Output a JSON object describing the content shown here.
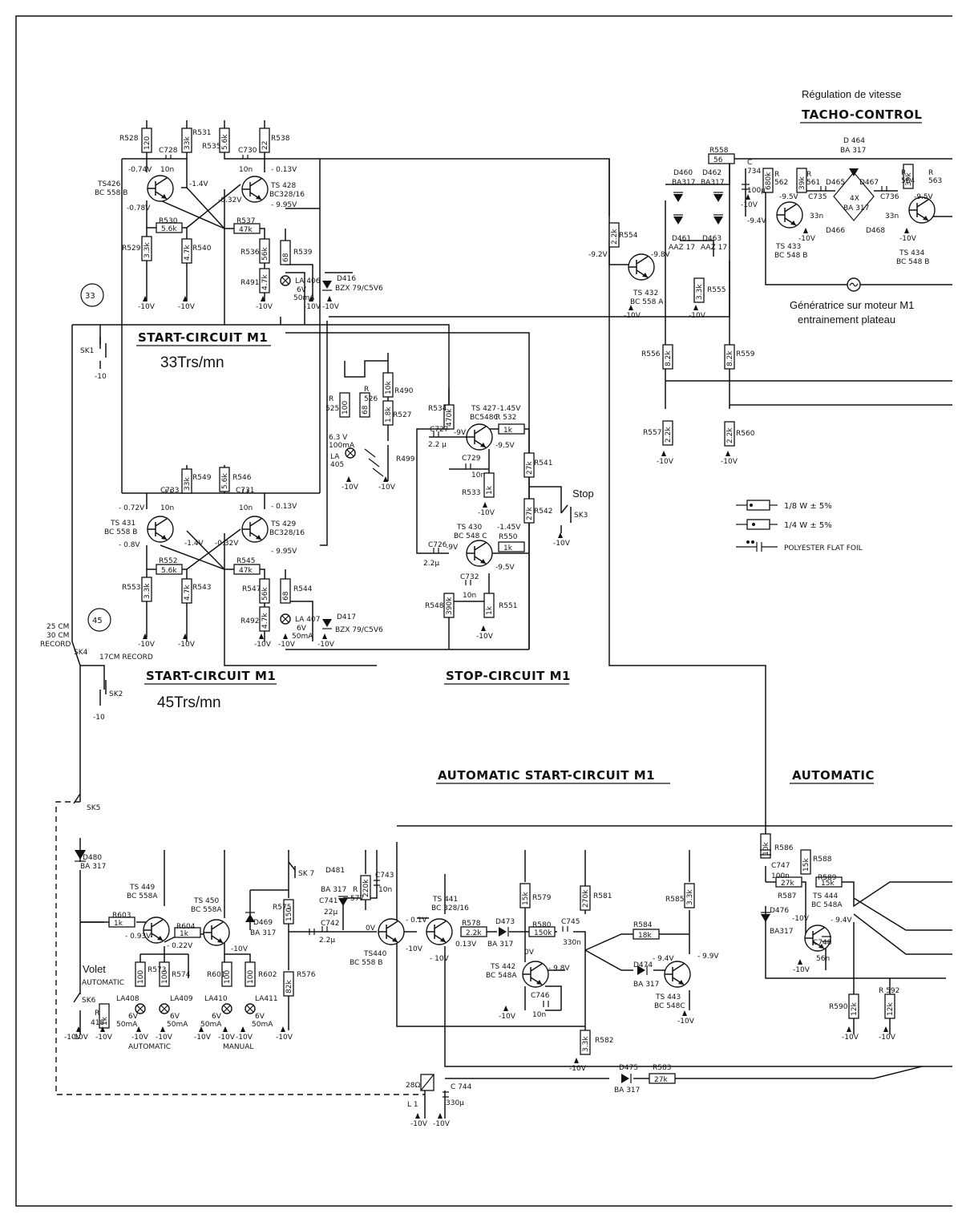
{
  "titles": {
    "regulation": "Régulation de vitesse",
    "tacho": "TACHO-CONTROL",
    "start33": "START-CIRCUIT M1",
    "start45": "START-CIRCUIT M1",
    "stop": "STOP-CIRCUIT M1",
    "auto_start": "AUTOMATIC START-CIRCUIT M1",
    "automatic": "AUTOMATIC"
  },
  "notes": {
    "rpm33": "33Trs/mn",
    "rpm45": "45Trs/mn",
    "stop": "Stop",
    "generatrice_1": "Génératrice sur moteur M1",
    "generatrice_2": "entrainement plateau",
    "volet_1": "Volet",
    "volet_2": "AUTOMATIC"
  },
  "circles": {
    "c33": "33",
    "c45": "45"
  },
  "legend": [
    {
      "text": "1/8 W ± 5%"
    },
    {
      "text": "1/4 W ± 5%"
    },
    {
      "text": "POLYESTER FLAT FOIL"
    }
  ],
  "switch_labels": {
    "sk1": "SK1",
    "sk2": "SK2",
    "sk3": "SK3",
    "sk4": "SK4",
    "sk5": "SK5",
    "sk6": "SK6",
    "sk7": "SK 7",
    "record_1": "25 CM",
    "record_2": "30 CM",
    "record_3": "RECORD",
    "record_17": "17CM RECORD",
    "m10a": "-10",
    "m10b": "-10",
    "m10c": "-10V"
  },
  "transistors": {
    "ts426": [
      "TS426",
      "BC 558 B"
    ],
    "ts428": [
      "TS 428",
      "BC328/16"
    ],
    "ts431": [
      "TS 431",
      "BC 558 B"
    ],
    "ts429": [
      "TS 429",
      "BC328/16"
    ],
    "ts427": [
      "TS 427",
      "BC548C"
    ],
    "ts430": [
      "TS 430",
      "BC 548 C"
    ],
    "ts432": [
      "TS 432",
      "BC 558 A"
    ],
    "ts433": [
      "TS 433",
      "BC 548 B"
    ],
    "ts434": [
      "TS 434",
      "BC 548 B"
    ],
    "ts449": [
      "TS 449",
      "BC 558A"
    ],
    "ts450": [
      "TS 450",
      "BC 558A"
    ],
    "ts440": [
      "TS440",
      "BC 558 B"
    ],
    "ts441": [
      "TS 441",
      "BC 328/16"
    ],
    "ts442": [
      "TS 442",
      "BC 548A"
    ],
    "ts443": [
      "TS 443",
      "BC 548C"
    ],
    "ts444": [
      "TS 444",
      "BC 548A"
    ]
  },
  "labels": {
    "r528": "R528",
    "r531": "R531",
    "r535": "R535",
    "r538": "R538",
    "c728": "C728",
    "c730": "C730",
    "n10a": "10n",
    "n10b": "10n",
    "v074": "-0.74V",
    "v14a": "-1.4V",
    "v032a": "-0.32V",
    "v013a": "- 0.13V",
    "v078": "-0.78V",
    "v995a": "- 9.95V",
    "r530": "R530",
    "r537": "R537",
    "r529": "R529",
    "r540": "R540",
    "r536": "R536",
    "r539": "R539",
    "r491": "R491",
    "la406": "LA 406",
    "la406v": "6V",
    "la406ma": "50mA",
    "d416": "D416",
    "d416t": "BZX 79/C5V6",
    "r549": "R549",
    "r546": "R546",
    "c733": "C733",
    "c731": "C731",
    "n10c": "10n",
    "n10d": "10n",
    "v072": "- 0.72V",
    "v08": "- 0.8V",
    "v14b": "-1.4V",
    "v032b": "-0.32V",
    "v013b": "- 0.13V",
    "v995b": "- 9.95V",
    "r552": "R552",
    "r545": "R545",
    "r553": "R553",
    "r543": "R543",
    "r547": "R547",
    "r544": "R544",
    "r492": "R492",
    "la407": "LA 407",
    "la407v": "6V",
    "la407ma": "50mA",
    "d417": "D417",
    "d417t": "BZX 79/C5V6",
    "r525": "R",
    "r525b": "525",
    "r526": "R",
    "r526b": "526",
    "r490": "R490",
    "r527": "R527",
    "r499": "R499",
    "la405v": "6.3 V",
    "la405ma": "100mA",
    "la405": "LA",
    "la405b": "405",
    "r534": "R534",
    "c727": "C727",
    "c727v": "2.2 µ",
    "v9a": "-9V",
    "v145a": "-1.45V",
    "r532": "R 532",
    "v95a": "-9.5V",
    "c729": "C729",
    "n10e": "10n",
    "r533": "R533",
    "r541": "R541",
    "r542": "R542",
    "c726": "C726",
    "c726v": "2.2µ",
    "v9b": "-9V",
    "v145b": "-1.45V",
    "r550": "R550",
    "v95b": "-9.5V",
    "c732": "C732",
    "n10f": "10n",
    "r548": "R548",
    "r551": "R551",
    "r558": "R558",
    "d460": "D460",
    "d460t": "BA317",
    "d462": "D462",
    "d462t": "BA317",
    "d461": "D461",
    "d461t": "AAZ 17",
    "d463": "D463",
    "d463t": "AAZ 17",
    "c734": "C",
    "c734b": "734",
    "c734v": "100µ",
    "r562": "R",
    "r562b": "562",
    "r561": "R",
    "r561b": "561",
    "d464": "D 464",
    "d464t": "BA 317",
    "d465": "D465",
    "d467": "D467",
    "d466": "D466",
    "d468": "D468",
    "bridge": "4X",
    "bridget": "BA 317",
    "c735": "C735",
    "n33a": "33n",
    "c736": "C736",
    "n33b": "33n",
    "r564": "R",
    "r564b": "564",
    "r563": "R",
    "r563b": "563",
    "v95c": "-9.5V",
    "v95d": "-9.5V",
    "v94": "-9.4V",
    "r554": "R554",
    "v92": "-9.2V",
    "v98": "-9.8V",
    "r555": "R555",
    "r556": "R556",
    "r559": "R559",
    "r557": "R557",
    "r560": "R560",
    "r573": "R573",
    "r574": "R574",
    "r601": "R601",
    "r602": "R602",
    "la408": "LA408",
    "la409": "LA409",
    "la410": "LA410",
    "la411": "LA411",
    "lamp6v": "6V",
    "lamp50": "50mA",
    "auto_lbl": "AUTOMATIC",
    "manual_lbl": "MANUAL",
    "r418": "R",
    "r418b": "418",
    "d480": "D480",
    "d480t": "BA 317",
    "r603": "R603",
    "r604": "R604",
    "v093": "- 0.93V",
    "v022": "- 0.22V",
    "v10a": "-10V",
    "d469": "D469",
    "d469t": "BA 317",
    "d481": "D481",
    "d481t": "BA 317",
    "r575": "R575",
    "r576": "R576",
    "c741": "C741",
    "c741v": "22µ",
    "c742": "C742",
    "c742v": "2.2µ",
    "r577": "R",
    "r577b": "577",
    "c743": "C743",
    "c743v": "10n",
    "v0": "0V",
    "v01": "- 0.1V",
    "v10b": "-10V",
    "r578": "R578",
    "d473": "D473",
    "d473t": "BA 317",
    "v013c": "0.13V",
    "v10c": "- 10V",
    "r579": "R579",
    "r580": "R580",
    "c745": "C745",
    "c745v": "330n",
    "r581": "R581",
    "r584": "R584",
    "v0b": "0V",
    "v98b": "- 9.8V",
    "d474": "D474",
    "d474t": "BA 317",
    "v94b": "- 9.4V",
    "v99": "- 9.9V",
    "c746": "C746",
    "c746v": "10n",
    "r582": "R582",
    "r585": "R585",
    "r586": "R586",
    "c747": "C747",
    "c747v": "100n",
    "r587": "R587",
    "r588": "R588",
    "r589": "R589",
    "d476": "D476",
    "d476t": "BA317",
    "v10d": "-10V",
    "v94c": "- 9.4V",
    "c748": "C748",
    "c748v": "56n",
    "r590": "R590",
    "r592": "R 592",
    "d475": "D475",
    "d475t": "BA 317",
    "r583": "R583",
    "l1": "L 1",
    "l1r": "28Ω",
    "c744": "C 744",
    "c744v": "330µ"
  },
  "values": {
    "r528": "120",
    "r531": "33k",
    "r535": "5.6k",
    "r538": "22",
    "r530": "5.6k",
    "r537": "47k",
    "r529": "3.3k",
    "r540": "4.7k",
    "r536": "56k",
    "r539": "68",
    "r491": "4.7k",
    "r549": "33k",
    "r546": "5.6k",
    "r552": "5.6k",
    "r545": "47k",
    "r553": "3.3k",
    "r543": "4.7k",
    "r547": "56k",
    "r544": "68",
    "r492": "4.7k",
    "r525": "100",
    "r526": "68",
    "r490": "10k",
    "r527": "1.8k",
    "r534": "470k",
    "r532": "1k",
    "r533": "1k",
    "r541": "27k",
    "r542": "27k",
    "r550": "1k",
    "r548": "390k",
    "r551": "1k",
    "r558": "56",
    "r562": "680k",
    "r561": "39k",
    "r564": "39k",
    "r554": "2.2k",
    "r555": "3.3k",
    "r556": "8.2k",
    "r559": "8.2k",
    "r557": "2.2k",
    "r560": "2.2k",
    "r573": "100",
    "r574": "100",
    "r601": "100",
    "r602": "100",
    "r418": "1k",
    "r603": "1k",
    "r604": "1k",
    "r575": "150",
    "r576": "82k",
    "r577": "220k",
    "r578": "2.2k",
    "r579": "15k",
    "r580": "150k",
    "r581": "270k",
    "r584": "18k",
    "r582": "3.3k",
    "r585": "3.3k",
    "r586": "10k",
    "r587": "27k",
    "r588": "15k",
    "r589": "15k",
    "r590": "12k",
    "r592": "12k",
    "r583": "27k"
  },
  "grounds": [
    "-10V",
    "-10V",
    "-10V",
    "-10V",
    "-10V",
    "-10V",
    "-10V",
    "-10V",
    "-10V",
    "-10V",
    "-10V",
    "-10V",
    "-10V",
    "-10V",
    "-10V",
    "-10V",
    "-10V",
    "-10V",
    "-10V",
    "-10V",
    "-10V",
    "-10V",
    "-10V",
    "-10V",
    "-10V",
    "-10V",
    "-10V",
    "-10V",
    "-10V",
    "-10V",
    "-10V",
    "-10V",
    "-10V",
    "-10V",
    "-10V",
    "-10V",
    "-10V",
    "-10V",
    "-10V",
    "-10V",
    "-10V",
    "-10V",
    "-10V",
    "-10V"
  ]
}
